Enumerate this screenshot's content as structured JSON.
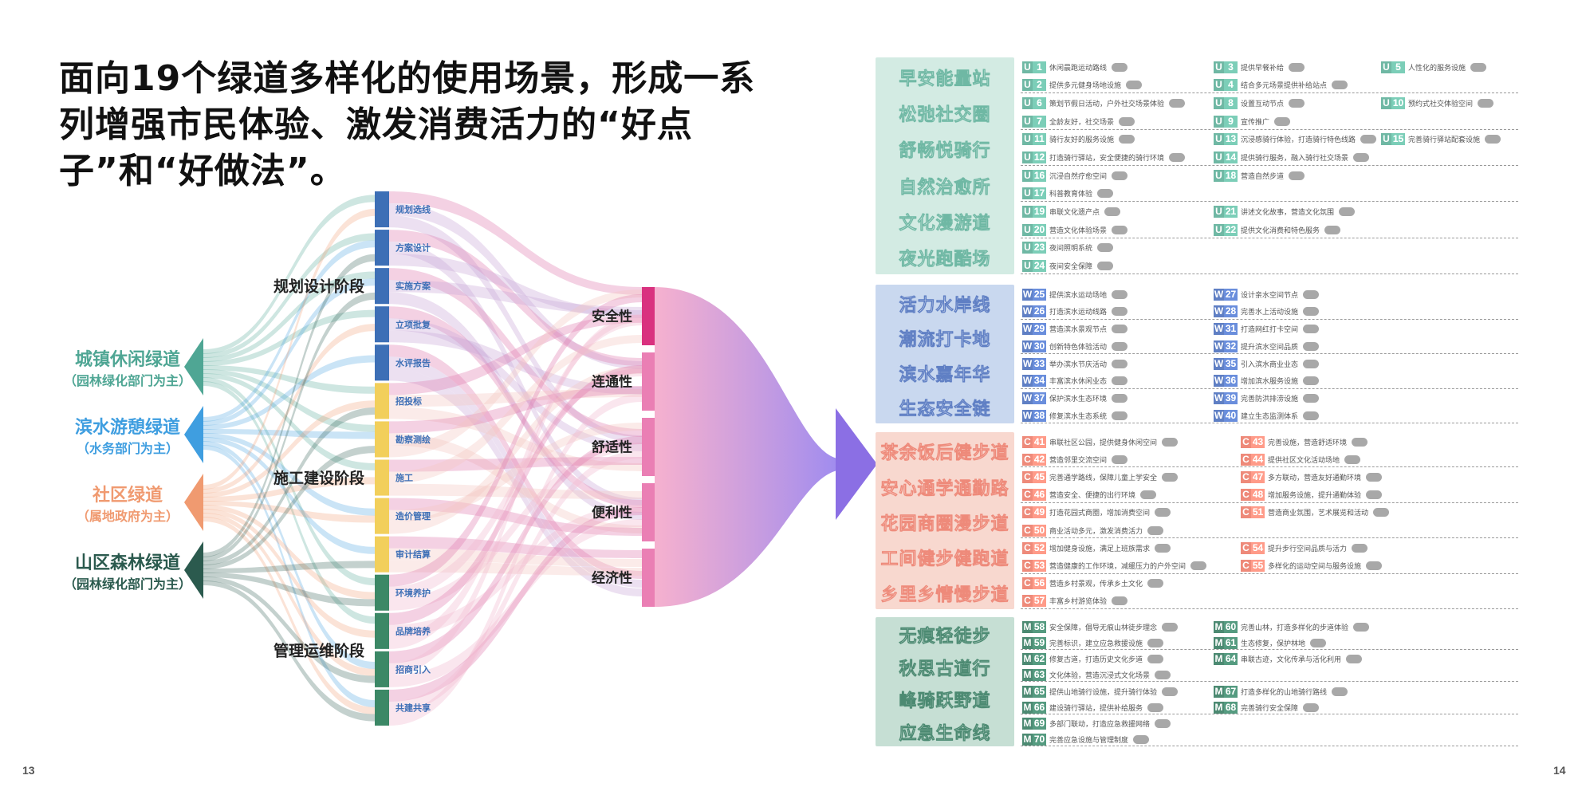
{
  "title": "面向19个绿道多样化的使用场景，形成一系列增强市民体验、激发消费活力的“好点子”和“好做法”。",
  "page_numbers": {
    "left": "13",
    "right": "14"
  },
  "colors": {
    "green": "#5aa99a",
    "blue": "#4aa6e0",
    "orange": "#f0a67e",
    "darkgreen": "#2e5e52",
    "stage_blue": "#3d6fb6",
    "stage_yellow": "#f2d36a",
    "stage_green": "#3e8a6a",
    "pink": "#e0579a",
    "purple": "#9b7fe6"
  },
  "sankey": {
    "types": [
      {
        "name": "城镇休闲绿道",
        "dept": "（园林绿化部门为主）",
        "color": "#4fa694"
      },
      {
        "name": "滨水游憩绿道",
        "dept": "（水务部门为主）",
        "color": "#3f9ee0"
      },
      {
        "name": "社区绿道",
        "dept": "（属地政府为主）",
        "color": "#f09a70"
      },
      {
        "name": "山区森林绿道",
        "dept": "（园林绿化部门为主）",
        "color": "#2b5a4e"
      }
    ],
    "stages": [
      {
        "name": "规划设计阶段",
        "color": "#3d6fb6",
        "light": "#a9bfe2",
        "steps": [
          "规划选线",
          "方案设计",
          "实施方案",
          "立项批复",
          "水评报告"
        ]
      },
      {
        "name": "施工建设阶段",
        "color": "#f2cf5b",
        "light": "#f8e5a2",
        "steps": [
          "招投标",
          "勘察测绘",
          "施工",
          "造价管理",
          "审计结算"
        ]
      },
      {
        "name": "管理运维阶段",
        "color": "#3c8866",
        "light": "#a9cdbb",
        "steps": [
          "环境养护",
          "品牌培养",
          "招商引入",
          "共建共享"
        ]
      }
    ],
    "attributes": [
      "安全性",
      "连通性",
      "舒适性",
      "便利性",
      "经济性"
    ]
  },
  "groups": [
    {
      "letter": "U",
      "color": "#6fb8a4",
      "bg": "#d3ebe3",
      "scenarios": [
        "早安能量站",
        "松弛社交圈",
        "舒畅悦骑行",
        "自然治愈所",
        "文化漫游道",
        "夜光跑酷场"
      ],
      "rows": [
        [
          {
            "n": "1",
            "t": "休闲晨跑运动路线",
            "c": 0
          },
          {
            "n": "3",
            "t": "提供早餐补给",
            "c": 1
          },
          {
            "n": "5",
            "t": "人性化的服务设施",
            "c": 2
          }
        ],
        [
          {
            "n": "2",
            "t": "提供多元健身场地设施",
            "c": 0
          },
          {
            "n": "4",
            "t": "结合多元场景提供补给站点",
            "c": 1
          }
        ],
        [
          {
            "n": "6",
            "t": "策划节假日活动，户外社交场景体验",
            "c": 0
          },
          {
            "n": "8",
            "t": "设置互动节点",
            "c": 1
          },
          {
            "n": "10",
            "t": "预约式社交体验空间",
            "c": 2
          }
        ],
        [
          {
            "n": "7",
            "t": "全龄友好，社交场景",
            "c": 0
          },
          {
            "n": "9",
            "t": "宣传推广",
            "c": 1
          }
        ],
        [
          {
            "n": "11",
            "t": "骑行友好的服务设施",
            "c": 0
          },
          {
            "n": "13",
            "t": "沉浸感骑行体验，打造骑行特色线路",
            "c": 1
          },
          {
            "n": "15",
            "t": "完善骑行驿站配套设施",
            "c": 2
          }
        ],
        [
          {
            "n": "12",
            "t": "打造骑行驿站，安全便捷的骑行环境",
            "c": 0
          },
          {
            "n": "14",
            "t": "提供骑行服务，融入骑行社交场景",
            "c": 1
          }
        ],
        [
          {
            "n": "16",
            "t": "沉浸自然疗愈空间",
            "c": 0
          },
          {
            "n": "18",
            "t": "营造自然步道",
            "c": 1
          }
        ],
        [
          {
            "n": "17",
            "t": "科普教育体验",
            "c": 0
          }
        ],
        [
          {
            "n": "19",
            "t": "串联文化遗产点",
            "c": 0
          },
          {
            "n": "21",
            "t": "讲述文化故事，营造文化氛围",
            "c": 1
          }
        ],
        [
          {
            "n": "20",
            "t": "营造文化体验场景",
            "c": 0
          },
          {
            "n": "22",
            "t": "提供文化消费和特色服务",
            "c": 1
          }
        ],
        [
          {
            "n": "23",
            "t": "夜间照明系统",
            "c": 0
          }
        ],
        [
          {
            "n": "24",
            "t": "夜间安全保障",
            "c": 0
          }
        ]
      ]
    },
    {
      "letter": "W",
      "color": "#5f7fc4",
      "bg": "#c9d8ef",
      "scenarios": [
        "活力水岸线",
        "潮流打卡地",
        "滨水嘉年华",
        "生态安全链"
      ],
      "rows": [
        [
          {
            "n": "25",
            "t": "提供滨水运动场地",
            "c": 0
          },
          {
            "n": "27",
            "t": "设计亲水空间节点",
            "c": 1
          }
        ],
        [
          {
            "n": "26",
            "t": "打造滨水运动线路",
            "c": 0
          },
          {
            "n": "28",
            "t": "完善水上活动设施",
            "c": 1
          }
        ],
        [
          {
            "n": "29",
            "t": "营造滨水景观节点",
            "c": 0
          },
          {
            "n": "31",
            "t": "打造网红打卡空间",
            "c": 1
          }
        ],
        [
          {
            "n": "30",
            "t": "创新特色体验活动",
            "c": 0
          },
          {
            "n": "32",
            "t": "提升滨水空间品质",
            "c": 1
          }
        ],
        [
          {
            "n": "33",
            "t": "举办滨水节庆活动",
            "c": 0
          },
          {
            "n": "35",
            "t": "引入滨水商业业态",
            "c": 1
          }
        ],
        [
          {
            "n": "34",
            "t": "丰富滨水休闲业态",
            "c": 0
          },
          {
            "n": "36",
            "t": "增加滨水服务设施",
            "c": 1
          }
        ],
        [
          {
            "n": "37",
            "t": "保护滨水生态环境",
            "c": 0
          },
          {
            "n": "39",
            "t": "完善防洪排涝设施",
            "c": 1
          }
        ],
        [
          {
            "n": "38",
            "t": "修复滨水生态系统",
            "c": 0
          },
          {
            "n": "40",
            "t": "建立生态监测体系",
            "c": 1
          }
        ]
      ]
    },
    {
      "letter": "C",
      "color": "#ee8a7a",
      "bg": "#f8d8cf",
      "scenarios": [
        "茶余饭后健步道",
        "安心通学通勤路",
        "花园商圈漫步道",
        "工间健步健跑道",
        "乡里乡情慢步道"
      ],
      "rows": [
        [
          {
            "n": "41",
            "t": "串联社区公园，提供健身休闲空间",
            "c": 0
          },
          {
            "n": "43",
            "t": "完善设施，营造舒适环境",
            "c": 1
          }
        ],
        [
          {
            "n": "42",
            "t": "营造邻里交流空间",
            "c": 0
          },
          {
            "n": "44",
            "t": "提供社区文化活动场地",
            "c": 1
          }
        ],
        [
          {
            "n": "45",
            "t": "完善通学路线，保障儿童上学安全",
            "c": 0
          },
          {
            "n": "47",
            "t": "多方联动，营造友好通勤环境",
            "c": 1
          }
        ],
        [
          {
            "n": "46",
            "t": "营造安全、便捷的出行环境",
            "c": 0
          },
          {
            "n": "48",
            "t": "增加服务设施，提升通勤体验",
            "c": 1
          }
        ],
        [
          {
            "n": "49",
            "t": "打造花园式商圈，增加消费空间",
            "c": 0
          },
          {
            "n": "51",
            "t": "营造商业氛围，艺术展览和活动",
            "c": 1
          }
        ],
        [
          {
            "n": "50",
            "t": "商业活动多元，激发消费活力",
            "c": 0
          }
        ],
        [
          {
            "n": "52",
            "t": "增加健身设施，满足上班族需求",
            "c": 0
          },
          {
            "n": "54",
            "t": "提升步行空间品质与活力",
            "c": 1
          }
        ],
        [
          {
            "n": "53",
            "t": "营造健康的工作环境，减缓压力的户外空间",
            "c": 0
          },
          {
            "n": "55",
            "t": "多样化的运动空间与服务设施",
            "c": 1
          }
        ],
        [
          {
            "n": "56",
            "t": "营造乡村景观，传承乡土文化",
            "c": 0
          }
        ],
        [
          {
            "n": "57",
            "t": "丰富乡村游览体验",
            "c": 0
          }
        ]
      ]
    },
    {
      "letter": "M",
      "color": "#4c8a72",
      "bg": "#c6dfd4",
      "scenarios": [
        "无痕轻徒步",
        "秋思古道行",
        "峰骑跃野道",
        "应急生命线"
      ],
      "rows": [
        [
          {
            "n": "58",
            "t": "安全保障，倡导无痕山林徒步理念",
            "c": 0
          },
          {
            "n": "60",
            "t": "完善山林，打造多样化的步道体验",
            "c": 1
          }
        ],
        [
          {
            "n": "59",
            "t": "完善标识，建立应急救援设施",
            "c": 0
          },
          {
            "n": "61",
            "t": "生态修复，保护林地",
            "c": 1
          }
        ],
        [
          {
            "n": "62",
            "t": "修复古道，打造历史文化步道",
            "c": 0
          },
          {
            "n": "64",
            "t": "串联古迹，文化传承与活化利用",
            "c": 1
          }
        ],
        [
          {
            "n": "63",
            "t": "文化体验，营造沉浸式文化场景",
            "c": 0
          }
        ],
        [
          {
            "n": "65",
            "t": "提供山地骑行设施，提升骑行体验",
            "c": 0
          },
          {
            "n": "67",
            "t": "打造多样化的山地骑行路线",
            "c": 1
          }
        ],
        [
          {
            "n": "66",
            "t": "建设骑行驿站，提供补给服务",
            "c": 0
          },
          {
            "n": "68",
            "t": "完善骑行安全保障",
            "c": 1
          }
        ],
        [
          {
            "n": "69",
            "t": "多部门联动，打造应急救援网络",
            "c": 0
          }
        ],
        [
          {
            "n": "70",
            "t": "完善应急设施与管理制度",
            "c": 0
          }
        ]
      ]
    }
  ]
}
